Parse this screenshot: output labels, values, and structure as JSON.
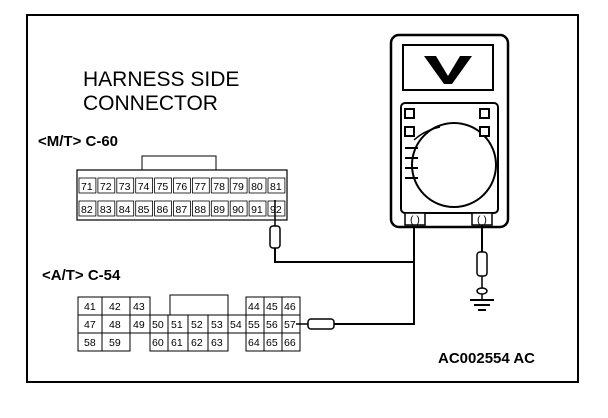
{
  "header": {
    "line1": "HARNESS SIDE",
    "line2": "CONNECTOR"
  },
  "connectors": {
    "mt": {
      "label": "<M/T> C-60",
      "row1": [
        "71",
        "72",
        "73",
        "74",
        "75",
        "76",
        "77",
        "78",
        "79",
        "80",
        "81"
      ],
      "row2": [
        "82",
        "83",
        "84",
        "85",
        "86",
        "87",
        "88",
        "89",
        "90",
        "91",
        "92"
      ]
    },
    "at": {
      "label": "<A/T> C-54",
      "left_row1": [
        "41",
        "42",
        "43"
      ],
      "left_row2": [
        "47",
        "48",
        "49"
      ],
      "left_row3": [
        "58",
        "59"
      ],
      "mid_col": "50",
      "center_row2": [
        "51",
        "52",
        "53"
      ],
      "center_row3": [
        "60",
        "61",
        "62",
        "63"
      ],
      "mid_col2": "54",
      "right_row1": [
        "44",
        "45",
        "46"
      ],
      "right_row2": [
        "55",
        "56",
        "57"
      ],
      "right_row3": [
        "64",
        "65",
        "66"
      ]
    }
  },
  "meter": {
    "display_symbol": "V"
  },
  "figure_code": "AC002554 AC"
}
